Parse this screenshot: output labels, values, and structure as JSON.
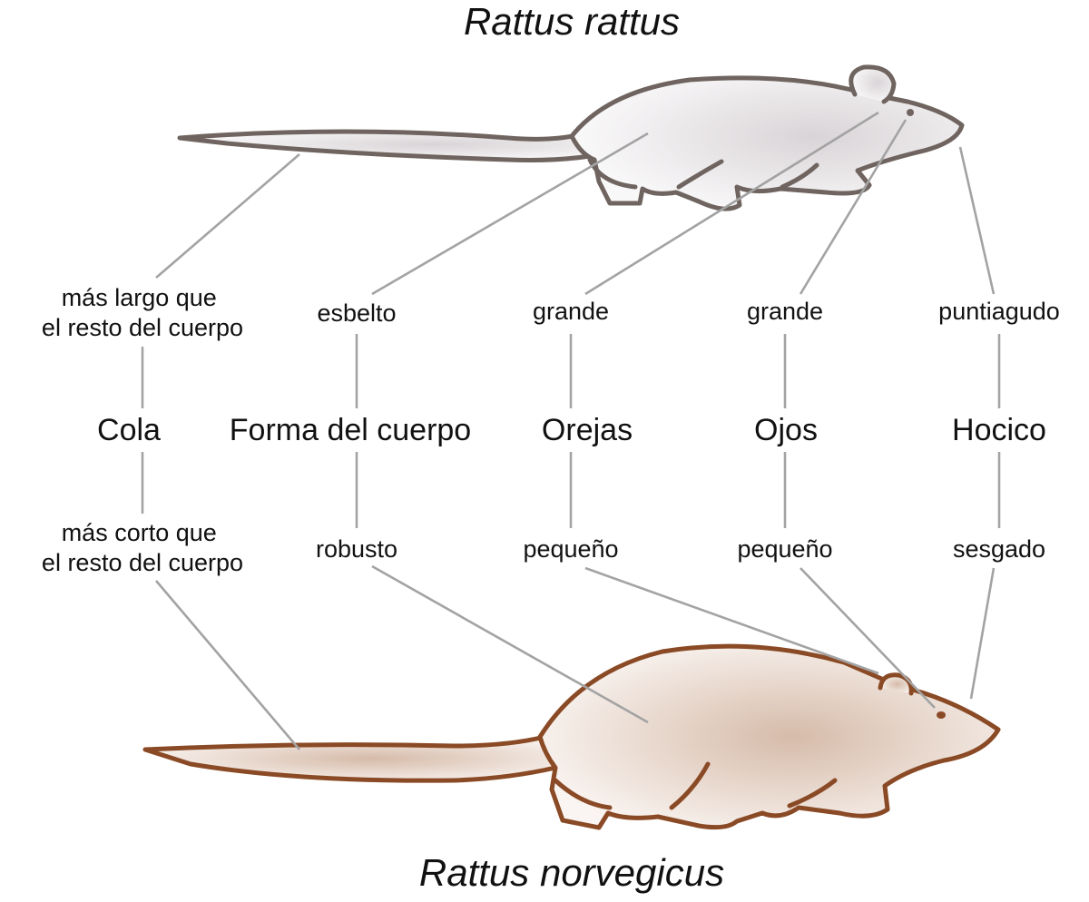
{
  "species": {
    "top": "Rattus rattus",
    "bottom": "Rattus norvegicus"
  },
  "colors": {
    "rattus_outline": "#6f645f",
    "rattus_fill": "#e9e6e7",
    "norvegicus_outline": "#8a4a25",
    "norvegicus_fill": "#ddc8bb",
    "connector": "#a3a3a3"
  },
  "features": [
    {
      "name": "Cola",
      "rattus": [
        "más largo que",
        "el resto del cuerpo"
      ],
      "norvegicus": [
        "más corto que",
        "el resto del cuerpo"
      ]
    },
    {
      "name": "Forma del cuerpo",
      "rattus": [
        "esbelto"
      ],
      "norvegicus": [
        "robusto"
      ]
    },
    {
      "name": "Orejas",
      "rattus": [
        "grande"
      ],
      "norvegicus": [
        "pequeño"
      ]
    },
    {
      "name": "Ojos",
      "rattus": [
        "grande"
      ],
      "norvegicus": [
        "pequeño"
      ]
    },
    {
      "name": "Hocico",
      "rattus": [
        "puntiagudo"
      ],
      "norvegicus": [
        "sesgado"
      ]
    }
  ]
}
